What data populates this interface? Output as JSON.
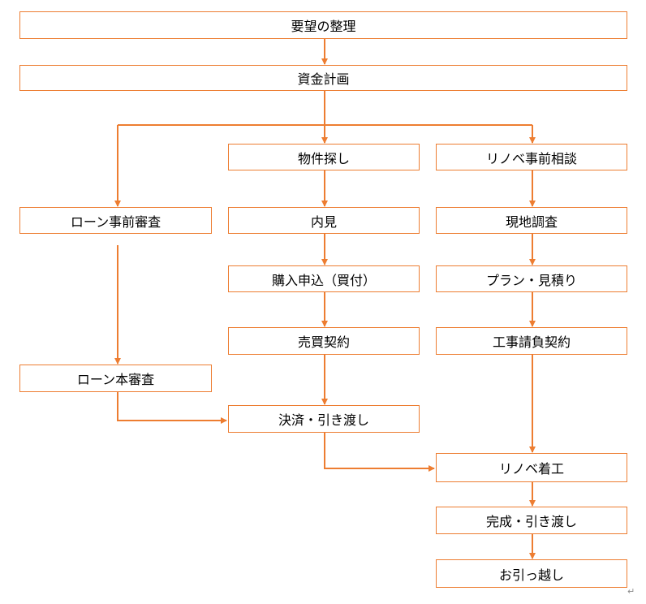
{
  "colors": {
    "accent": "#ED7D31",
    "box_border": "#ED7D31",
    "text": "#000000",
    "background": "#FFFFFF"
  },
  "flow": {
    "requirements": "要望の整理",
    "funding_plan": "資金計画",
    "property_search": "物件探し",
    "renovation_consult": "リノベ事前相談",
    "loan_prescreen": "ローン事前審査",
    "viewing": "内見",
    "site_survey": "現地調査",
    "purchase_application": "購入申込（買付）",
    "plan_estimate": "プラン・見積り",
    "sales_contract": "売買契約",
    "construction_contract": "工事請負契約",
    "loan_final_screening": "ローン本審査",
    "settlement_handover": "決済・引き渡し",
    "renovation_start": "リノベ着工",
    "completion_handover": "完成・引き渡し",
    "moving": "お引っ越し"
  }
}
